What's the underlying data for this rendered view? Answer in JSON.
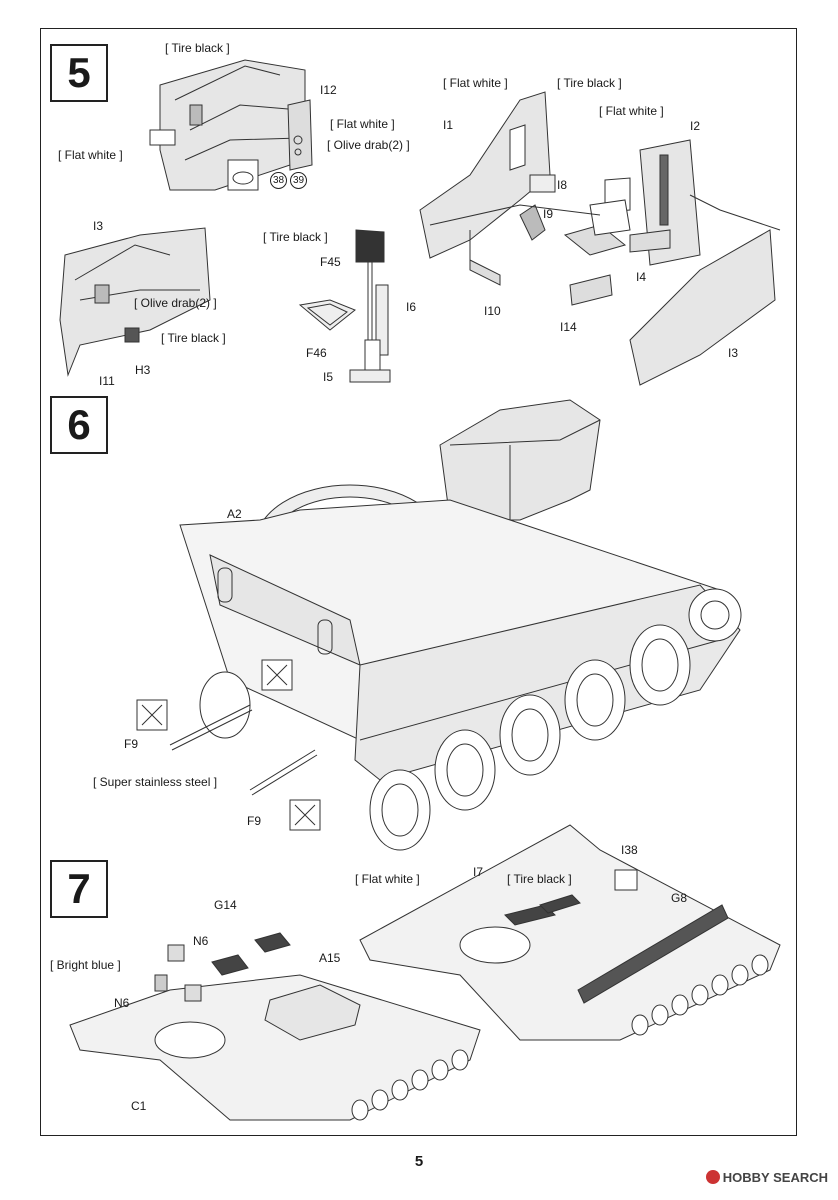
{
  "steps": {
    "s5": "5",
    "s6": "6",
    "s7": "7"
  },
  "step5": {
    "labels": {
      "tire_black_a": "[ Tire black ]",
      "flat_white_a": "[ Flat  white ]",
      "flat_white_b": "[ Flat  white ]",
      "olive_drab_a": "[ Olive drab(2) ]",
      "tire_black_b": "[ Tire black ]",
      "olive_drab_b": "[ Olive drab(2) ]",
      "tire_black_c": "[ Tire black ]",
      "flat_white_c": "[ Flat  white ]",
      "tire_black_d": "[ Tire black ]",
      "flat_white_d": "[ Flat  white ]"
    },
    "parts": {
      "i12": "I12",
      "c38": "38",
      "c39": "39",
      "i3a": "I3",
      "i11": "I11",
      "h3": "H3",
      "f45": "F45",
      "i6": "I6",
      "f46": "F46",
      "i5": "I5",
      "i1": "I1",
      "i2": "I2",
      "i8": "I8",
      "i9": "I9",
      "i4": "I4",
      "i10": "I10",
      "i14": "I14",
      "i3b": "I3"
    }
  },
  "step6": {
    "labels": {
      "stainless": "[ Super stainless steel ]"
    },
    "parts": {
      "a2": "A2",
      "f9a": "F9",
      "f9b": "F9"
    }
  },
  "step7": {
    "labels": {
      "bright_blue": "[ Bright blue ]",
      "flat_white": "[ Flat  white ]",
      "tire_black": "[ Tire black ]"
    },
    "parts": {
      "g14": "G14",
      "n6a": "N6",
      "n6b": "N6",
      "a15": "A15",
      "c1": "C1",
      "i7": "I7",
      "i38": "I38",
      "g8": "G8"
    }
  },
  "page_number": "5",
  "watermark": "HOBBY SEARCH"
}
